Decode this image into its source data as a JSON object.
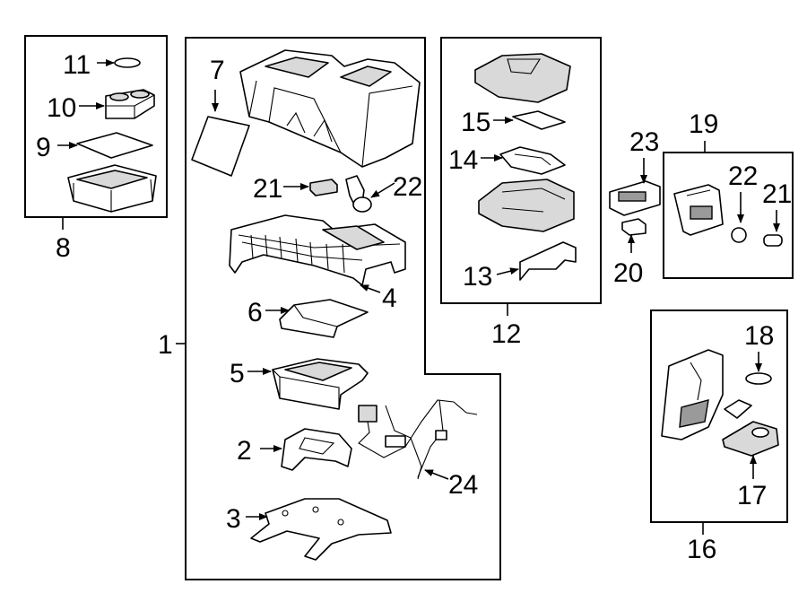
{
  "callouts": {
    "c1": "1",
    "c2": "2",
    "c3": "3",
    "c4": "4",
    "c5": "5",
    "c6": "6",
    "c7": "7",
    "c8": "8",
    "c9": "9",
    "c10": "10",
    "c11": "11",
    "c12": "12",
    "c13": "13",
    "c14": "14",
    "c15": "15",
    "c16": "16",
    "c17": "17",
    "c18": "18",
    "c19": "19",
    "c20": "20",
    "c21a": "21",
    "c21b": "21",
    "c22a": "22",
    "c22b": "22",
    "c23": "23",
    "c24": "24"
  }
}
